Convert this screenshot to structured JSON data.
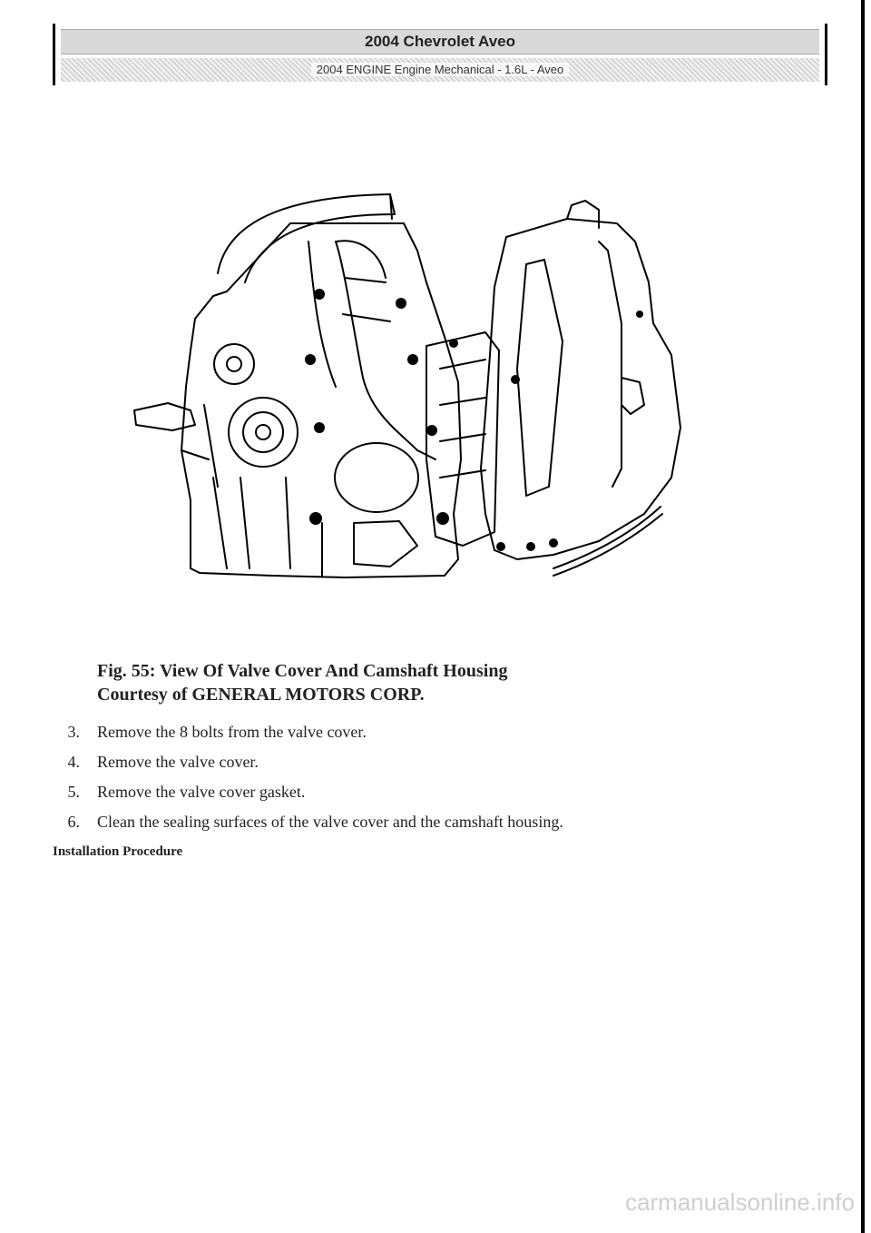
{
  "header": {
    "title": "2004 Chevrolet Aveo",
    "subtitle": "2004 ENGINE Engine Mechanical - 1.6L - Aveo"
  },
  "figure": {
    "caption_line1": "Fig. 55: View Of Valve Cover And Camshaft Housing",
    "caption_line2": "Courtesy of GENERAL MOTORS CORP."
  },
  "steps": [
    {
      "number": "3.",
      "text": "Remove the 8 bolts from the valve cover."
    },
    {
      "number": "4.",
      "text": "Remove the valve cover."
    },
    {
      "number": "5.",
      "text": "Remove the valve cover gasket."
    },
    {
      "number": "6.",
      "text": "Clean the sealing surfaces of the valve cover and the camshaft housing."
    }
  ],
  "section_heading": "Installation Procedure",
  "watermark": "carmanualsonline.info"
}
